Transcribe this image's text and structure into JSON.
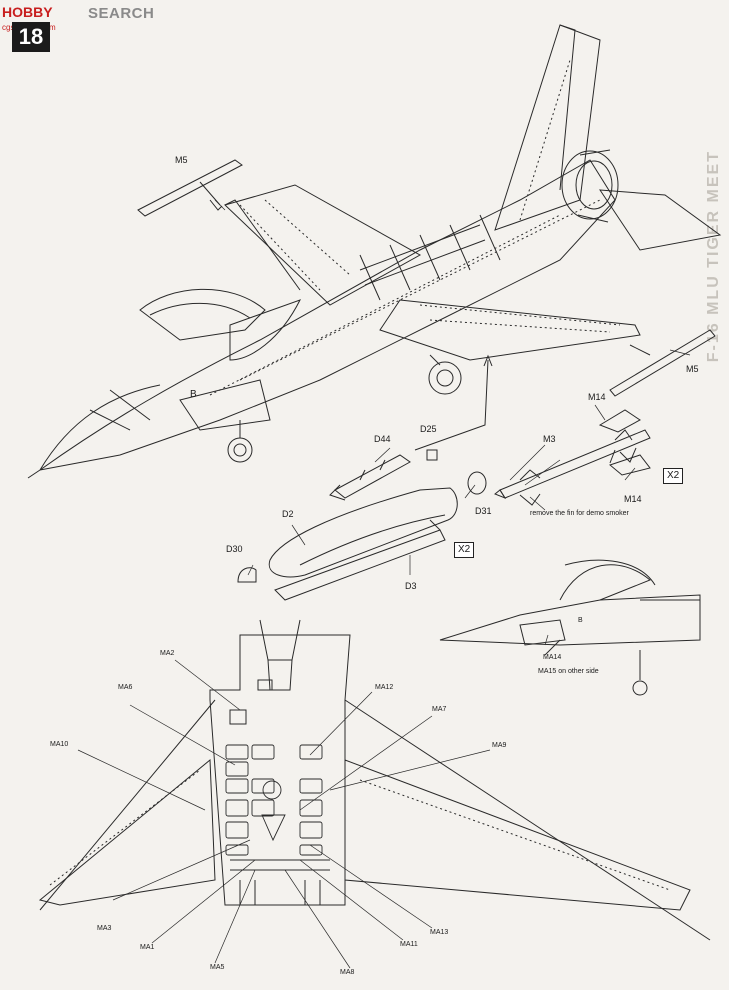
{
  "header": {
    "watermark_brand": "HOBBY",
    "watermark_search": "SEARCH",
    "watermark_sub": "cgs-hobby.com",
    "step_number": "18"
  },
  "side_text": "F-16 MLU TIGER MEET",
  "top_view": {
    "labels": {
      "m5_top": "M5",
      "m5_right": "M5",
      "m14_a": "M14",
      "m14_b": "M14",
      "m3": "M3",
      "d44": "D44",
      "d25": "D25",
      "d31": "D31",
      "d2": "D2",
      "d30": "D30",
      "d3": "D3",
      "ma14": "MA14"
    },
    "multiplier_missile": "X2",
    "multiplier_tank": "X2",
    "note_missile": "remove the fin for demo smoker",
    "note_side": "MA15 on other side"
  },
  "underside_view": {
    "labels": {
      "ma1": "MA1",
      "ma2": "MA2",
      "ma3": "MA3",
      "ma5": "MA5",
      "ma6": "MA6",
      "ma7": "MA7",
      "ma8": "MA8",
      "ma9": "MA9",
      "ma10": "MA10",
      "ma11": "MA11",
      "ma12": "MA12",
      "ma13": "MA13"
    }
  },
  "aircraft_marking": "B",
  "colors": {
    "line": "#2a2a2a",
    "paper": "#f4f2ee",
    "watermark_red": "#c81e1e"
  }
}
